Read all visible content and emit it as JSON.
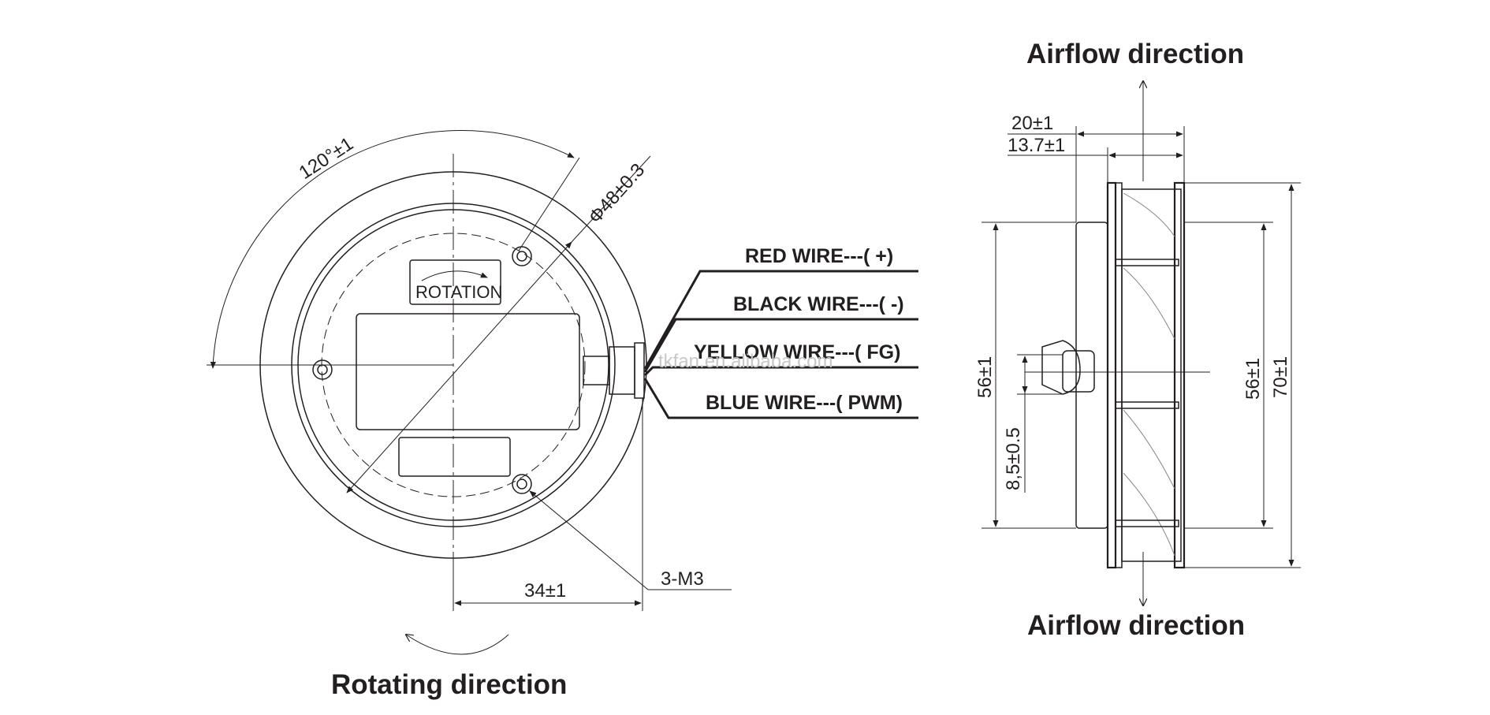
{
  "front_view": {
    "angle_dim": "120°±1",
    "diameter_dim": "Φ48±0.3",
    "rotation_mark": "ROTATION",
    "width_dim": "34±1",
    "screw_spec": "3-M3",
    "rotating_label": "Rotating direction"
  },
  "wires": [
    {
      "label": "RED WIRE---( +)"
    },
    {
      "label": "BLACK WIRE---( -)"
    },
    {
      "label": "YELLOW WIRE---( FG)"
    },
    {
      "label": "BLUE WIRE---( PWM)"
    }
  ],
  "side_view": {
    "airflow_top": "Airflow direction",
    "airflow_bottom": "Airflow direction",
    "depth_overall": "20±1",
    "depth_hub": "13.7±1",
    "height_left": "56±1",
    "cable_offset": "8,5±0.5",
    "height_inner": "56±1",
    "height_overall": "70±1"
  },
  "watermark": "tkfan.en.alibaba.com"
}
